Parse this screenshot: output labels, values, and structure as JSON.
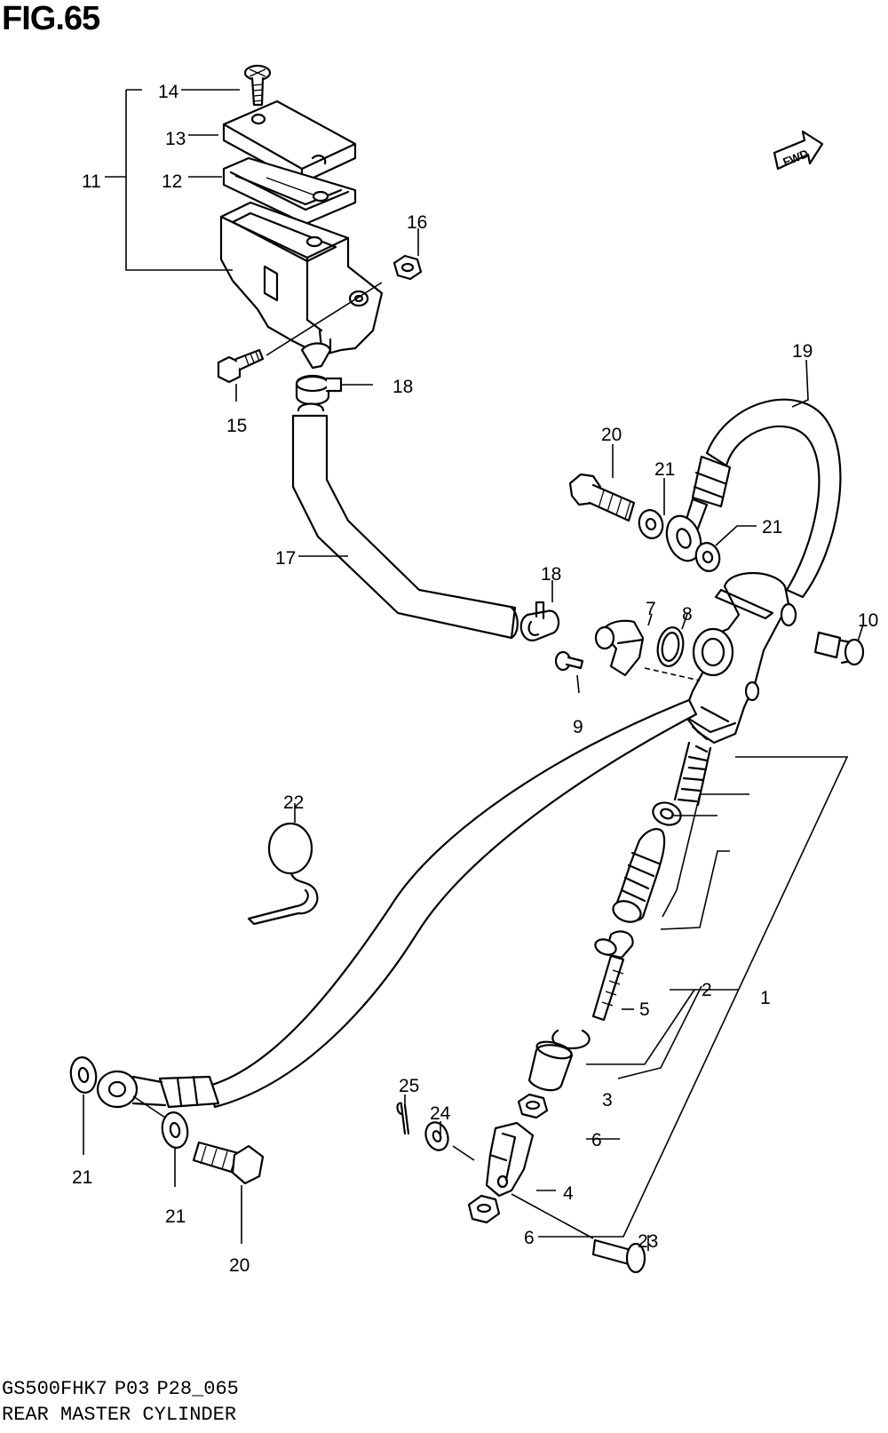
{
  "figure": {
    "title": "FIG.65",
    "code_parts": [
      "GS500FHK7",
      "P03",
      "P28_065"
    ],
    "name": "REAR MASTER CYLINDER"
  },
  "fwd_label": "FWD",
  "callouts": [
    {
      "id": "c1",
      "text": "1"
    },
    {
      "id": "c2",
      "text": "2"
    },
    {
      "id": "c3",
      "text": "3"
    },
    {
      "id": "c4",
      "text": "4"
    },
    {
      "id": "c5",
      "text": "5"
    },
    {
      "id": "c6a",
      "text": "6"
    },
    {
      "id": "c6b",
      "text": "6"
    },
    {
      "id": "c7",
      "text": "7"
    },
    {
      "id": "c8",
      "text": "8"
    },
    {
      "id": "c9",
      "text": "9"
    },
    {
      "id": "c10",
      "text": "10"
    },
    {
      "id": "c11",
      "text": "11"
    },
    {
      "id": "c12",
      "text": "12"
    },
    {
      "id": "c13",
      "text": "13"
    },
    {
      "id": "c14",
      "text": "14"
    },
    {
      "id": "c15",
      "text": "15"
    },
    {
      "id": "c16",
      "text": "16"
    },
    {
      "id": "c17",
      "text": "17"
    },
    {
      "id": "c18a",
      "text": "18"
    },
    {
      "id": "c18b",
      "text": "18"
    },
    {
      "id": "c19",
      "text": "19"
    },
    {
      "id": "c20a",
      "text": "20"
    },
    {
      "id": "c20b",
      "text": "20"
    },
    {
      "id": "c21a",
      "text": "21"
    },
    {
      "id": "c21b",
      "text": "21"
    },
    {
      "id": "c21c",
      "text": "21"
    },
    {
      "id": "c21d",
      "text": "21"
    },
    {
      "id": "c22",
      "text": "22"
    },
    {
      "id": "c23",
      "text": "23"
    },
    {
      "id": "c24",
      "text": "24"
    },
    {
      "id": "c25",
      "text": "25"
    }
  ]
}
